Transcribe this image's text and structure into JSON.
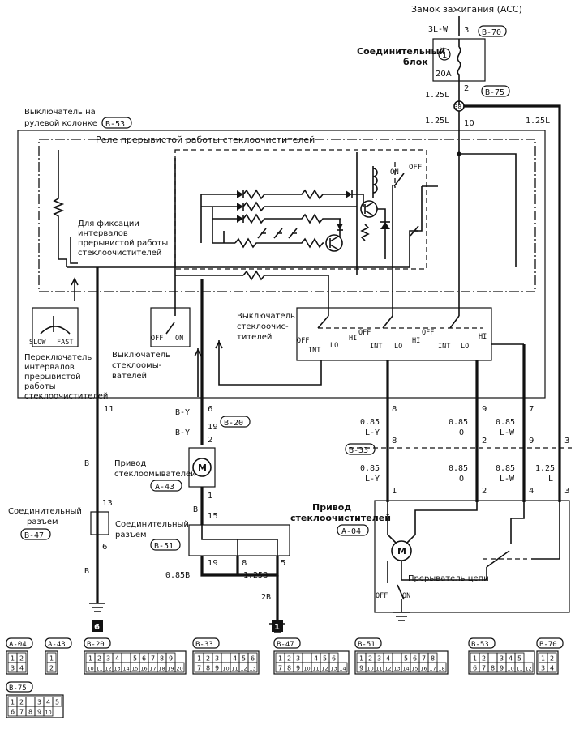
{
  "texts": {
    "ignition": "Замок зажигания (ACC)",
    "wire_3lw": "3L-W",
    "pin_3_top": "3",
    "conn_b70_top": "B-70",
    "junction_block": [
      "Соединительный",
      "блок"
    ],
    "fuse_num": "1",
    "fuse_amp": "20A",
    "wire_125l_a": "1.25L",
    "pin_2_top": "2",
    "conn_b75_top": "B-75",
    "splice_38": "38",
    "column_switch": [
      "Выключатель на",
      "рулевой колонке"
    ],
    "conn_b53_top": "B-53",
    "wire_125l_b": "1.25L",
    "pin_10": "10",
    "wire_125l_c": "1.25L",
    "relay_title": "Реле прерывистой работы стеклоочистителей",
    "relay_on": "ON",
    "relay_off": "OFF",
    "interval_note": [
      "Для фиксации",
      "интервалов",
      "прерывистой работы",
      "стеклоочистителей"
    ],
    "interval_slow": "SLOW",
    "interval_fast": "FAST",
    "interval_caption": [
      "Переключатель",
      "интервалов",
      "прерывистой",
      "работы",
      "стеклоочистителей"
    ],
    "washer_off": "OFF",
    "washer_on": "ON",
    "washer_caption": [
      "Выключатель",
      "стеклоомы-",
      "вателей"
    ],
    "wiper_switch_caption": [
      "Выключатель",
      "стеклоочис-",
      "тителей"
    ],
    "sw_off_1": "OFF",
    "sw_int_1": "INT",
    "sw_lo_1": "LO",
    "sw_hi_1": "HI",
    "sw_off_2": "OFF",
    "sw_int_2": "INT",
    "sw_lo_2": "LO",
    "sw_hi_2": "HI",
    "sw_off_3": "OFF",
    "sw_int_3": "INT",
    "sw_lo_3": "LO",
    "sw_hi_3": "HI",
    "pin_11": "11",
    "pin_6_b53": "6",
    "pin_8_b53": "8",
    "pin_9_b53": "9",
    "pin_7_b53": "7",
    "wire_by_a": "B-Y",
    "wire_by_b": "B-Y",
    "pin_19_b20": "19",
    "conn_b20": "B-20",
    "pin_2_a43": "2",
    "washer_motor_caption": [
      "Привод",
      "стеклоомывателей"
    ],
    "conn_a43": "A-43",
    "pin_1_a43": "1",
    "wire_b_1": "B",
    "wire_b_2": "B",
    "wire_b_3": "B",
    "wire_085ly_a": [
      "0.85",
      "L-Y"
    ],
    "wire_085o_a": [
      "0.85",
      "O"
    ],
    "wire_085lw_a": [
      "0.85",
      "L-W"
    ],
    "conn_b33": "B-33",
    "pin_8_b33": "8",
    "pin_2_b33": "2",
    "pin_9_b33": "9",
    "pin_3_b33": "3",
    "wire_085ly_b": [
      "0.85",
      "L-Y"
    ],
    "wire_085o_b": [
      "0.85",
      "O"
    ],
    "wire_085lw_b": [
      "0.85",
      "L-W"
    ],
    "wire_125l_d": [
      "1.25",
      "L"
    ],
    "wiper_motor_caption": [
      "Привод",
      "стеклоочистителей"
    ],
    "conn_a04": "A-04",
    "pin_1_a04": "1",
    "pin_2_a04": "2",
    "pin_4_a04": "4",
    "pin_3_a04": "3",
    "breaker_caption": "Прерыватель цепи",
    "breaker_off": "OFF",
    "breaker_on": "ON",
    "junction_b47_caption": [
      "Соединительный",
      "разъем"
    ],
    "conn_b47": "B-47",
    "pin_13": "13",
    "pin_6_b47": "6",
    "junction_b51_caption": [
      "Соединительный",
      "разъем"
    ],
    "conn_b51": "B-51",
    "pin_15": "15",
    "pin_19_b51": "19",
    "pin_8_b51": "8",
    "pin_5_b51": "5",
    "wire_085b": "0.85B",
    "wire_125b": "1.25B",
    "wire_2b": "2B",
    "ground_6": "6",
    "ground_1": "1"
  },
  "connectors": [
    {
      "id": "A-04",
      "rows": [
        [
          "1",
          "2"
        ],
        [
          "3",
          "4"
        ]
      ]
    },
    {
      "id": "A-43",
      "rows": [
        [
          "1"
        ],
        [
          "2"
        ]
      ]
    },
    {
      "id": "B-20",
      "rows": [
        [
          "1",
          "2",
          "3",
          "4",
          "",
          "5",
          "6",
          "7",
          "8",
          "9"
        ],
        [
          "10",
          "11",
          "12",
          "13",
          "14",
          "15",
          "16",
          "17",
          "18",
          "19",
          "20"
        ]
      ]
    },
    {
      "id": "B-33",
      "rows": [
        [
          "1",
          "2",
          "3",
          "",
          "4",
          "5",
          "6"
        ],
        [
          "7",
          "8",
          "9",
          "10",
          "11",
          "12",
          "13"
        ]
      ]
    },
    {
      "id": "B-47",
      "rows": [
        [
          "1",
          "2",
          "3",
          "",
          "4",
          "5",
          "6"
        ],
        [
          "7",
          "8",
          "9",
          "10",
          "11",
          "12",
          "13",
          "14"
        ]
      ]
    },
    {
      "id": "B-51",
      "rows": [
        [
          "1",
          "2",
          "3",
          "4",
          "",
          "5",
          "6",
          "7",
          "8"
        ],
        [
          "9",
          "10",
          "11",
          "12",
          "13",
          "14",
          "15",
          "16",
          "17",
          "18"
        ]
      ]
    },
    {
      "id": "B-53",
      "rows": [
        [
          "1",
          "2",
          "",
          "3",
          "4",
          "5"
        ],
        [
          "6",
          "7",
          "8",
          "9",
          "10",
          "11",
          "12"
        ]
      ]
    },
    {
      "id": "B-70",
      "rows": [
        [
          "1",
          "2"
        ],
        [
          "3",
          "4"
        ]
      ]
    },
    {
      "id": "B-75",
      "rows": [
        [
          "1",
          "2",
          "",
          "3",
          "4",
          "5"
        ],
        [
          "6",
          "7",
          "8",
          "9",
          "10"
        ]
      ]
    }
  ]
}
